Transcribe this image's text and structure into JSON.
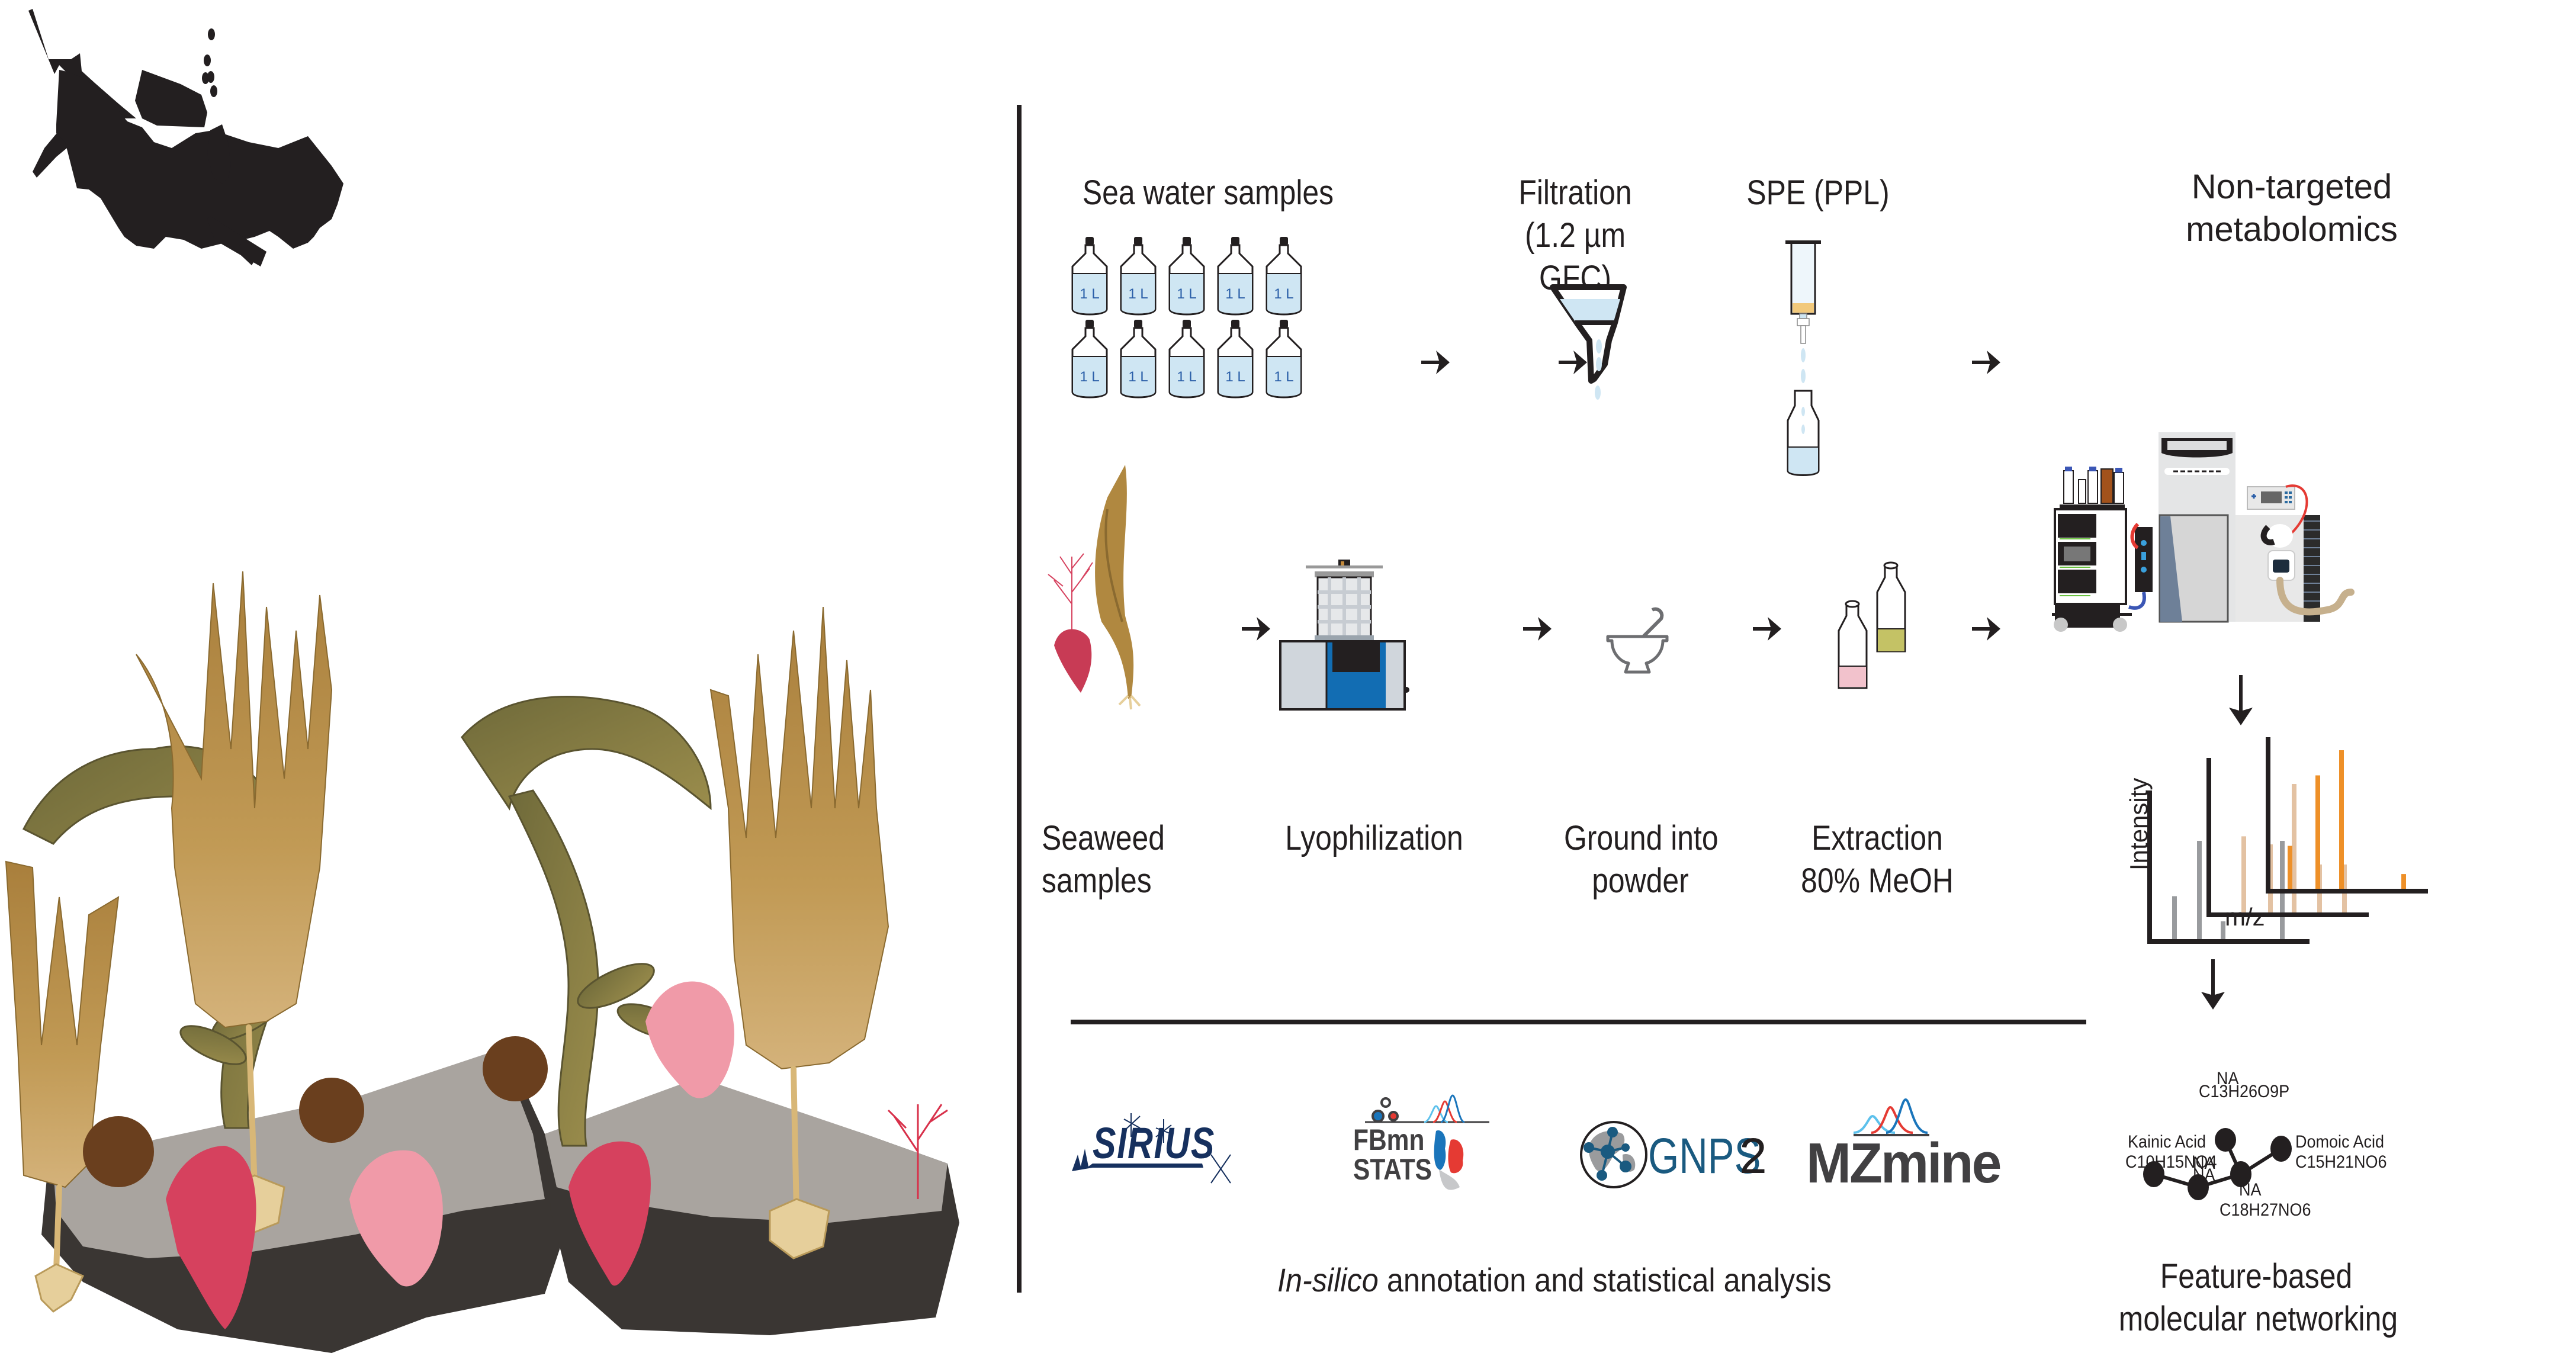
{
  "figure": {
    "left_panel": {
      "diver": "scuba-diver-silhouette",
      "scene": "kelp-forest-on-rocks-with-red-algae"
    },
    "top_row": {
      "steps": [
        {
          "label": "Sea water samples",
          "icon": "water-bottles-icon",
          "bottle_label": "1 L",
          "bottle_count": 10
        },
        {
          "label_line1": "Filtration",
          "label_line2": "(1.2 µm",
          "label_line3": "GFC)",
          "icon": "funnel-filter-icon"
        },
        {
          "label": "SPE (PPL)",
          "icon": "spe-cartridge-icon"
        },
        {
          "label_line1": "Non-targeted",
          "label_line2": "metabolomics",
          "icon": "lc-ms-instrument-icon"
        }
      ]
    },
    "middle_row": {
      "steps": [
        {
          "label_line1": "Seaweed",
          "label_line2": "samples",
          "icon": "seaweed-icon"
        },
        {
          "label": "Lyophilization",
          "icon": "freeze-dryer-icon"
        },
        {
          "label_line1": "Ground into",
          "label_line2": "powder",
          "icon": "mortar-pestle-icon"
        },
        {
          "label_line1": "Extraction",
          "label_line2": "80% MeOH",
          "icon": "extraction-vials-icon"
        }
      ]
    },
    "spectra": {
      "xlabel": "m/z",
      "ylabel": "Intensity",
      "series": [
        {
          "name": "spectrum-1",
          "color": "#999b9e",
          "peaks": [
            0.45,
            1.0,
            0.2,
            1.0
          ]
        },
        {
          "name": "spectrum-2",
          "color": "#e3c2a3",
          "peaks": [
            0.78,
            0.7,
            1.3,
            0.5,
            0.5
          ]
        },
        {
          "name": "spectrum-3",
          "color": "#ee9028",
          "peaks": [
            0.45,
            1.15,
            1.4,
            0.17
          ]
        }
      ]
    },
    "network": {
      "nodes": [
        {
          "name": "Kainic Acid",
          "formula": "C10H15NO4"
        },
        {
          "name": "NA",
          "formula": "NA"
        },
        {
          "name": "NA",
          "formula": "C13H26O9P"
        },
        {
          "name": "NA",
          "formula": "C18H27NO6"
        },
        {
          "name": "Domoic Acid",
          "formula": "C15H21NO6"
        }
      ],
      "caption_line1": "Feature-based",
      "caption_line2": "molecular networking"
    },
    "tools": {
      "logos": [
        {
          "name": "SIRIUS",
          "text": "SIRIUS",
          "color": "#16305e"
        },
        {
          "name": "FBmn STATS",
          "text_line1": "FBmn",
          "text_line2": "STATS",
          "color": "#414042"
        },
        {
          "name": "GNPS2",
          "text": "GNPS",
          "suffix": "2",
          "color": "#1a5a80"
        },
        {
          "name": "MZmine",
          "text": "MZmine",
          "color": "#414042"
        }
      ],
      "caption_italic": "In-silico",
      "caption_rest": " annotation and statistical analysis"
    },
    "colors": {
      "ink": "#231f20",
      "water": "#cfe6f3",
      "bottle_text": "#2a5ea8",
      "spe_resin": "#f2c97b",
      "lyo_blue": "#126db3",
      "pink_extract": "#f2c2cc",
      "yellow_extract": "#c4c265",
      "orange_peak": "#ee9028",
      "kelp": "#b08840",
      "red_algae": "#d6415e",
      "rock": "#a8a39e"
    }
  }
}
